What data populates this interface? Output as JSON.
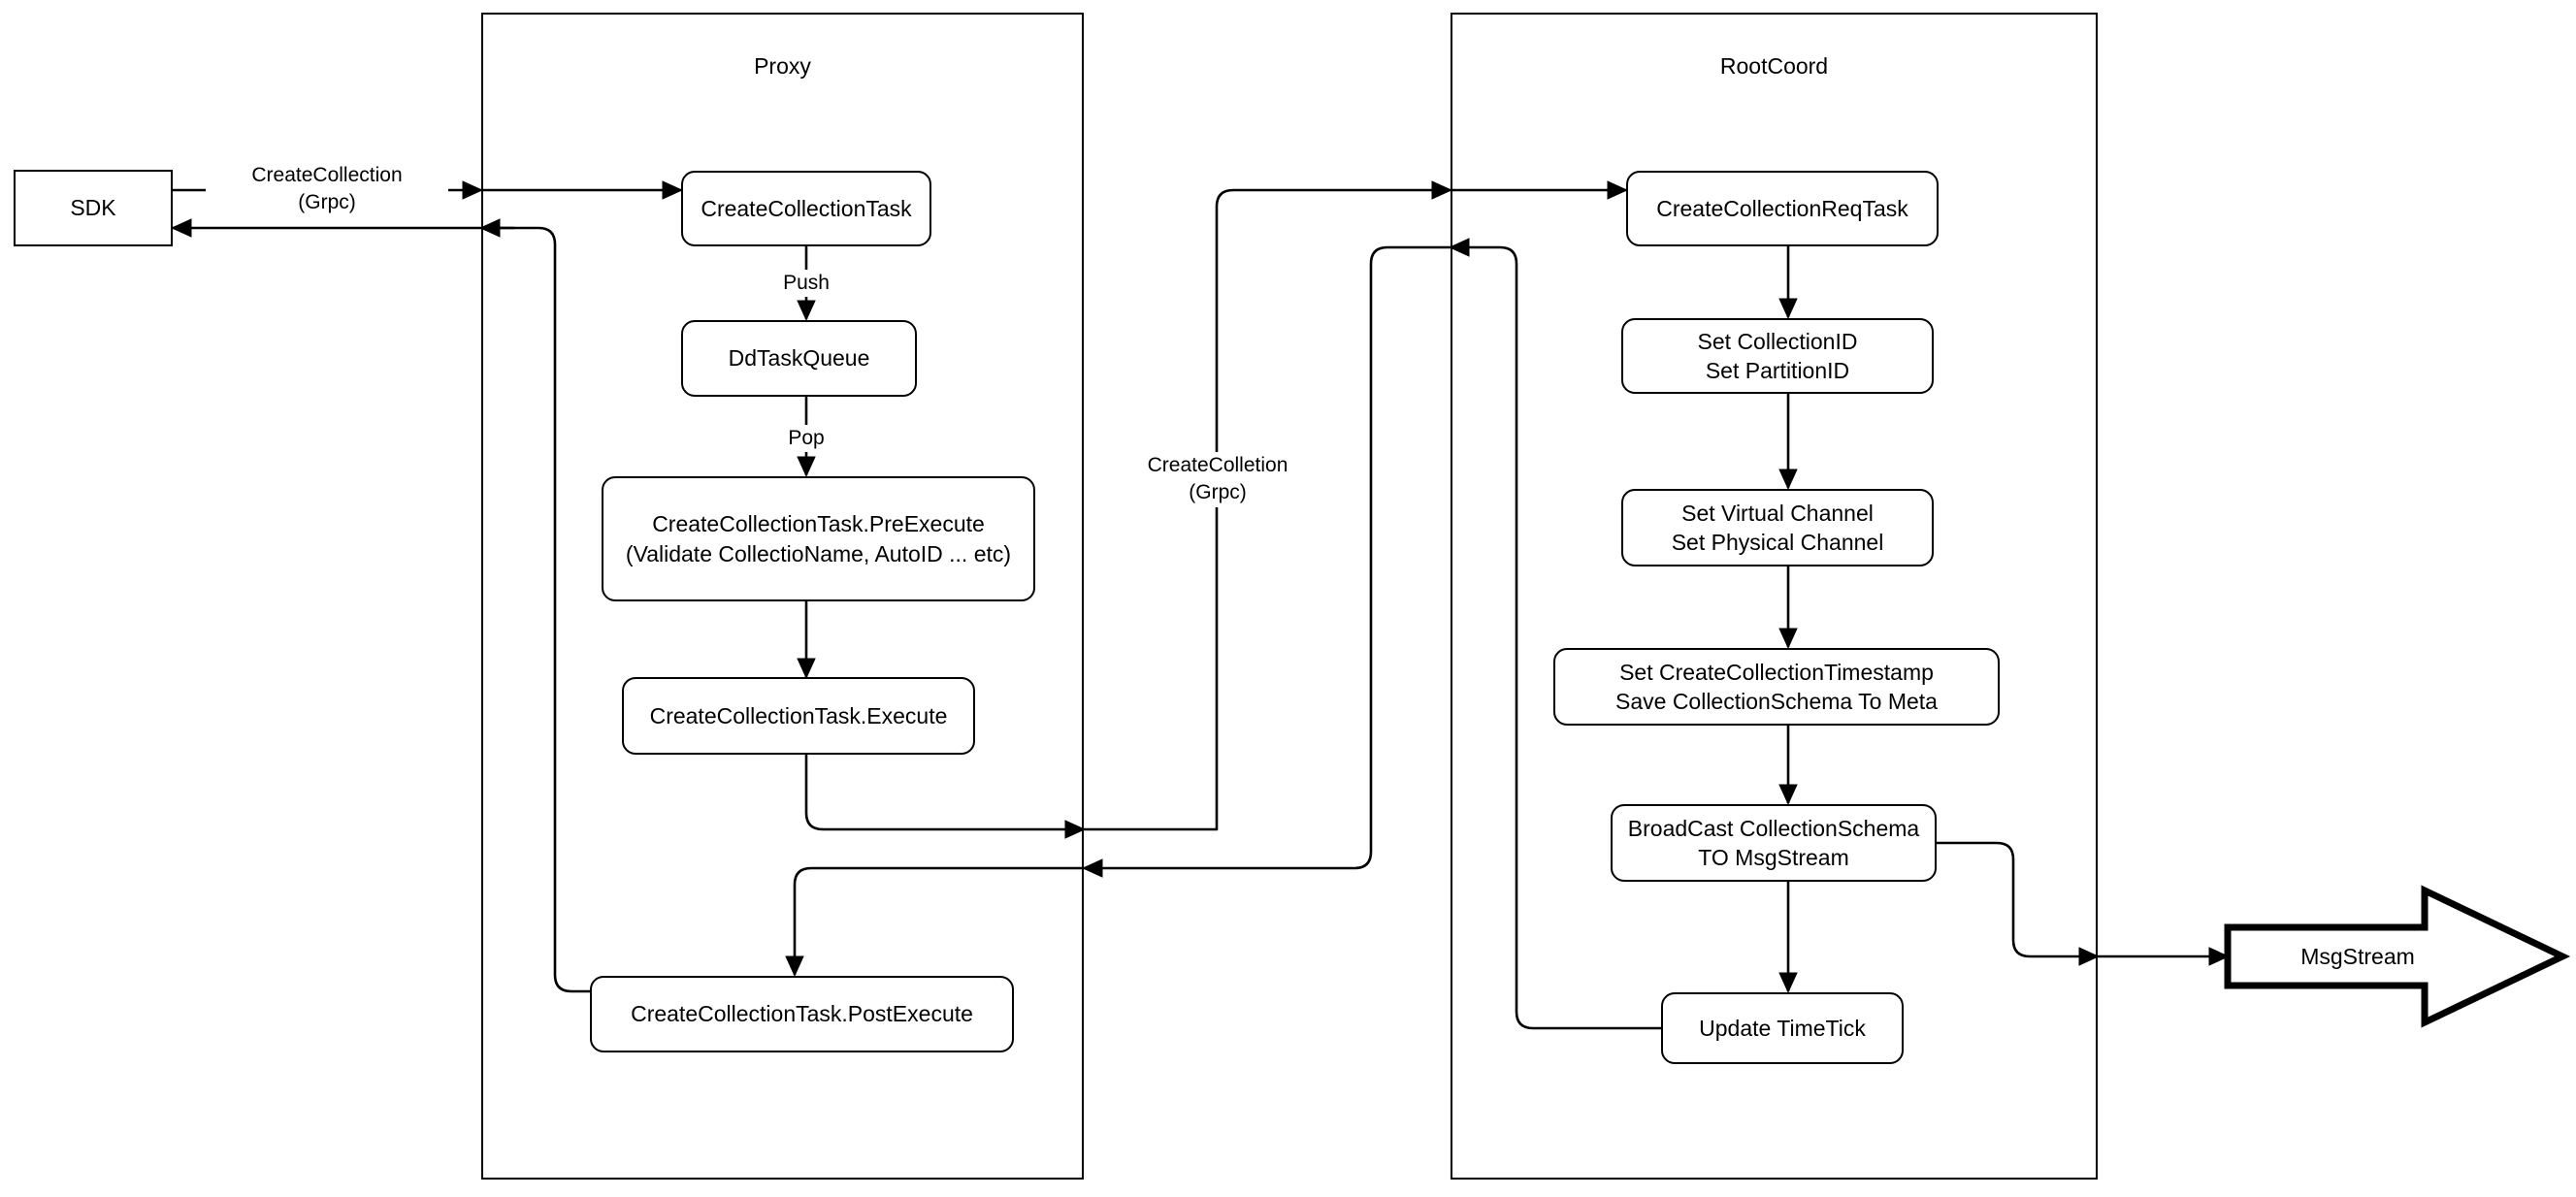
{
  "diagram": {
    "title_hidden": "",
    "containers": [
      {
        "id": "proxy",
        "label": "Proxy"
      },
      {
        "id": "rootcoord",
        "label": "RootCoord"
      }
    ],
    "external_nodes": [
      {
        "id": "sdk",
        "label": "SDK"
      },
      {
        "id": "msgstream",
        "label": "MsgStream"
      }
    ],
    "proxy_nodes": [
      {
        "id": "create-collection-task",
        "label": "CreateCollectionTask"
      },
      {
        "id": "dd-task-queue",
        "label": "DdTaskQueue"
      },
      {
        "id": "pre-execute",
        "label": "CreateCollectionTask.PreExecute\n(Validate CollectioName, AutoID ... etc)"
      },
      {
        "id": "execute",
        "label": "CreateCollectionTask.Execute"
      },
      {
        "id": "post-execute",
        "label": "CreateCollectionTask.PostExecute"
      }
    ],
    "rootcoord_nodes": [
      {
        "id": "create-collection-req-task",
        "label": "CreateCollectionReqTask"
      },
      {
        "id": "set-ids",
        "label": "Set CollectionID\nSet PartitionID"
      },
      {
        "id": "set-channels",
        "label": "Set Virtual Channel\nSet Physical Channel"
      },
      {
        "id": "set-timestamp",
        "label": "Set CreateCollectionTimestamp\nSave CollectionSchema To Meta"
      },
      {
        "id": "broadcast",
        "label": "BroadCast CollectionSchema\nTO MsgStream"
      },
      {
        "id": "update-timetick",
        "label": "Update TimeTick"
      }
    ],
    "edge_labels": [
      {
        "id": "sdk-to-proxy",
        "label": "CreateCollection\n(Grpc)"
      },
      {
        "id": "push",
        "label": "Push"
      },
      {
        "id": "pop",
        "label": "Pop"
      },
      {
        "id": "proxy-to-rootcoord",
        "label": "CreateColletion\n(Grpc)"
      }
    ],
    "colors": {
      "stroke": "#000000",
      "fill": "#ffffff",
      "text": "#000000"
    }
  }
}
